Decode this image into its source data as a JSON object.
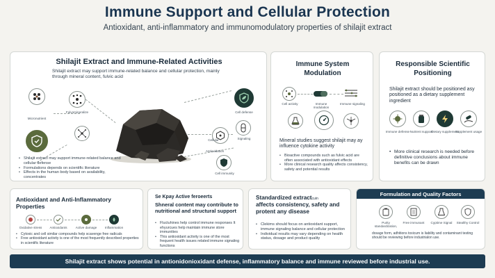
{
  "header": {
    "title": "Immune Support and Cellular Protection",
    "subtitle": "Antioxidant, anti-inflammatory and immunomodulatory properties of shilajit extract"
  },
  "card_extract": {
    "title": "Shilajit Extract and Immune-Related Activities",
    "intro": "Shilajit extract may support immune-related balance and cellular protection, mainly through mineral content, fulvic acid",
    "labels": {
      "mineral": "Micronutrient",
      "fulvic": "Fulvomineralize",
      "antioxidant": "Antioxidation",
      "cell": "Cell defense",
      "cellular": "Cellular",
      "shield": "Signaling",
      "defense": "Cell immunity"
    },
    "bullets": [
      "Shilajit extract may support immune-related balance and cellular defense",
      "Formulations depends on scientific literature",
      "Effects in the human body based on availability, concentrates"
    ]
  },
  "card_modulation": {
    "title_line1": "Immune System",
    "title_line2": "Modulation",
    "flow_labels": [
      "Cell activity",
      "Immune modulation",
      "Immune signaling"
    ],
    "summary": "Mineral studies suggest shilajit may ay influence cytokine activity",
    "bullets": [
      "Bioactive compounds such as fulvic acid are often associated with antioxidant effects",
      "More clinical research quality affects consistency, safety and potential results"
    ]
  },
  "card_position": {
    "title_line1": "Responsible Scientific",
    "title_line2": "Positioning",
    "summary": "Shilajit extract should be positioned asy positioned as a dietary supplement ingredient",
    "icon_labels": [
      "Immune defense",
      "Nutrient support",
      "Dietary supplement",
      "Supplement usage"
    ],
    "bullets": [
      "More clinical research is needed before definitive conclusions about immune benefits can be drawn"
    ]
  },
  "card_antiox": {
    "title_line1": "Antioxidant and Anti-Inflammatory",
    "title_line2": "Properties",
    "flow_labels": [
      "Oxidative stress",
      "Antioxidants",
      "Active damage",
      "Inflammation"
    ],
    "bullets": [
      "Cytoxic and cell similar compounds help scavenge free radicals",
      "Free antioxidant activity is one of the most frequently described properties in scientific literature"
    ]
  },
  "card_active": {
    "title_line1": "Se Kpay Active feroeerts",
    "title_line2": "Shneral content may contribute to nutritional and structural support",
    "bullets": [
      "Fluctuhines help control immune responses It ehyurcues help maintain immune store immunities",
      "This antioxidant activity is one of the most frequent health issues related immune signaling functions"
    ]
  },
  "card_standard": {
    "title_line1": "Standardized extract",
    "title_line1_suffix": "cuin",
    "title_line2": "affects consistency, safety and",
    "title_line3": "protent any disease",
    "bullets": [
      "Clekims should focus on antioxidant support, immune signaling balance and cellular protection",
      "Individual results may vary depending on health status, dosage and product quality"
    ]
  },
  "card_formulation": {
    "title": "Formulation and Quality Factors",
    "icon_labels": [
      "Purity standardization,",
      "Free immunant",
      "Cyptime Signal",
      "Stealthy Control"
    ],
    "note": "dosage form, adhitions toxicum is liability and contaminant testing should be reviewing before industrialon use."
  },
  "footer": {
    "text": "Shilajit extract shows potential in antionidonioxidant defense, inflammatory balance and immune reviewed before industrial use."
  },
  "colors": {
    "navy": "#1d3c52",
    "dark_green": "#1f3a35",
    "olive": "#5b6b3d",
    "background": "#f4f3ef"
  }
}
